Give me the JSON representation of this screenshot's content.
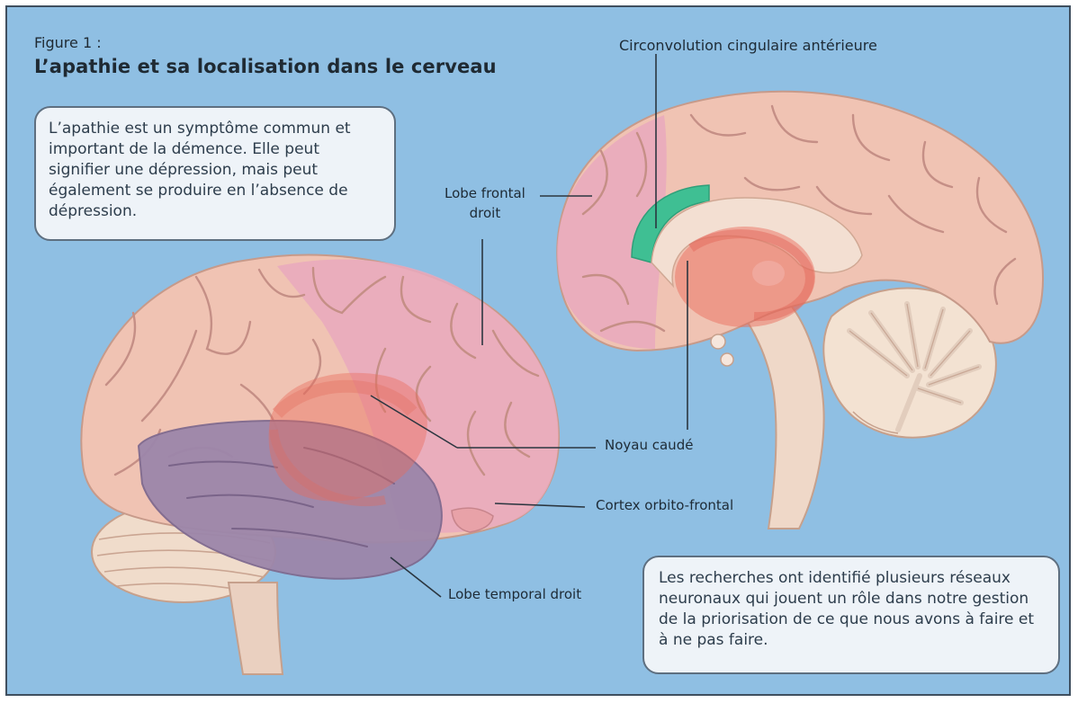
{
  "figure_label": "Figure 1 :",
  "title": "L’apathie et sa localisation dans le cerveau",
  "callouts": {
    "left": "L’apathie est un symptôme commun et important de la démence. Elle peut signifier une dépression, mais peut également se produire en l’absence de dépression.",
    "right": "Les recherches ont identifié plusieurs réseaux neuronaux qui jouent un rôle dans notre gestion de la priorisation de ce que nous avons à faire et à ne pas faire."
  },
  "labels": {
    "cingulate": "Circonvolution cingulaire antérieure",
    "frontal_line1": "Lobe frontal",
    "frontal_line2": "droit",
    "caudate": "Noyau caudé",
    "orbitofrontal": "Cortex orbito-frontal",
    "temporal": "Lobe temporal droit"
  },
  "colors": {
    "background": "#8fbfe3",
    "border": "#3f4f5f",
    "frontal_lobe": "#e9a9bd",
    "cortex": "#f0c3b3",
    "temporal_lobe": "#9c86aa",
    "caudate_nucleus": "#e96a5a",
    "anterior_cingulate": "#3fbf93",
    "cerebellum": "#f3e2d2"
  }
}
